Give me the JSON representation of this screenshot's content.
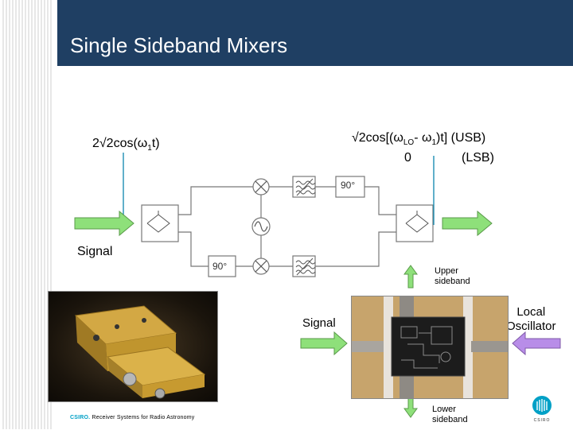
{
  "slide": {
    "title": "Single Sideband Mixers"
  },
  "labels": {
    "lo_left": "2√2cos(ω",
    "lo_left_sub": "1",
    "lo_left_end": "t)",
    "out_line1_a": "√2cos[(ω",
    "out_line1_sub1": "LO",
    "out_line1_b": "- ω",
    "out_line1_sub2": "1",
    "out_line1_c": ")t] (USB)",
    "out_line2_zero": "0",
    "out_line2_lsb": "(LSB)",
    "signal_left": "Signal",
    "hybrid_top": "90°",
    "hybrid_bottom": "90°",
    "upper_sideband": "Upper\nsideband",
    "lower_sideband": "Lower\nsideband",
    "signal_right": "Signal",
    "local_oscillator": "Local\nOscillator"
  },
  "footer": {
    "brand": "CSIRO.",
    "text": "Receiver Systems for Radio Astronomy",
    "logo_text": "CSIRO"
  },
  "colors": {
    "title_bar": "#1f3f63",
    "arrow_green": "#8ee07a",
    "arrow_purple": "#b88de8",
    "feed_line": "#1d8fb3",
    "brand": "#00a0c6"
  }
}
